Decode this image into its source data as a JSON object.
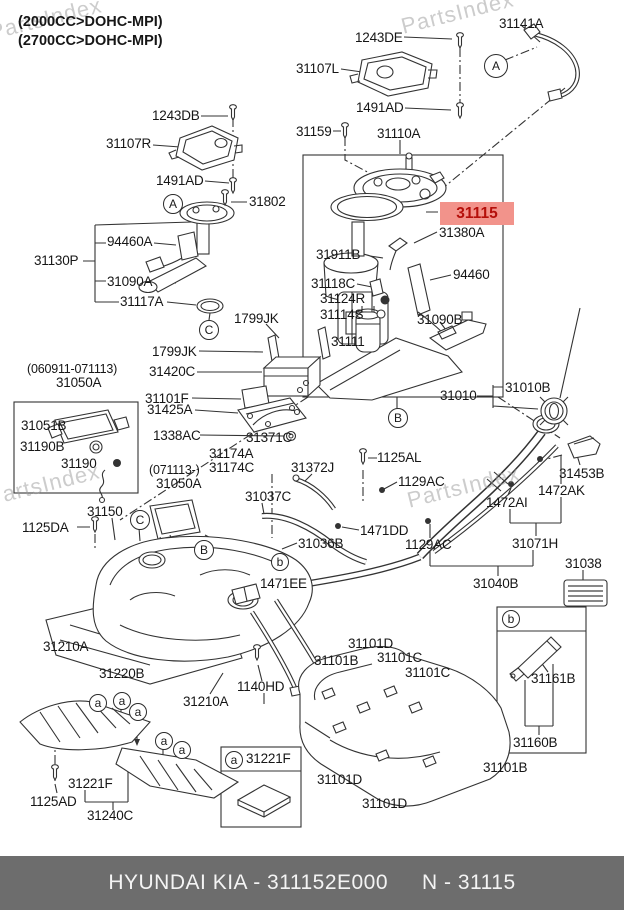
{
  "title_note1": "(2000CC>DOHC-MPI)",
  "title_note2": "(2700CC>DOHC-MPI)",
  "watermark": "PartsIndex",
  "highlight": {
    "part": "31115",
    "bg": "#F2938B",
    "fg": "#B50F0A"
  },
  "footer": {
    "left": "HYUNDAI  KIA - 311152E000",
    "right": "N - 31115",
    "bg": "#6D6D6D"
  },
  "refs": [
    "A",
    "A",
    "C",
    "B",
    "C",
    "B",
    "b",
    "a",
    "a",
    "a",
    "a",
    "a",
    "a",
    "b"
  ],
  "labels": [
    "(2000CC>DOHC-MPI)",
    "(2700CC>DOHC-MPI)",
    "31141A",
    "1243DE",
    "31107L",
    "1491AD",
    "1243DB",
    "31159",
    "31110A",
    "31107R",
    "1491AD",
    "31802",
    "31380A",
    "94460A",
    "31911B",
    "31130P",
    "94460",
    "31090A",
    "31118C",
    "31124R",
    "31117A",
    "31114S",
    "1799JK",
    "31090B",
    "31111",
    "1799JK",
    "31420C",
    "(060911-071113)",
    "31050A",
    "31010B",
    "31010",
    "31101F",
    "31425A",
    "31051B",
    "1338AC",
    "31371C",
    "31190B",
    "31174A",
    "1125AL",
    "31190",
    "31174C",
    "31372J",
    "(071113-)",
    "31453B",
    "1129AC",
    "31050A",
    "1472AK",
    "31037C",
    "1472AI",
    "31150",
    "1125DA",
    "1471DD",
    "31036B",
    "1129AC",
    "31071H",
    "31038",
    "1471EE",
    "31040B",
    "31101D",
    "31210A",
    "31101B",
    "31101C",
    "31101C",
    "31220B",
    "1140HD",
    "31161B",
    "31210A",
    "31160B",
    "31101B",
    "31221F",
    "31101D",
    "1125AD",
    "31101D",
    "31240C",
    "31221F"
  ]
}
